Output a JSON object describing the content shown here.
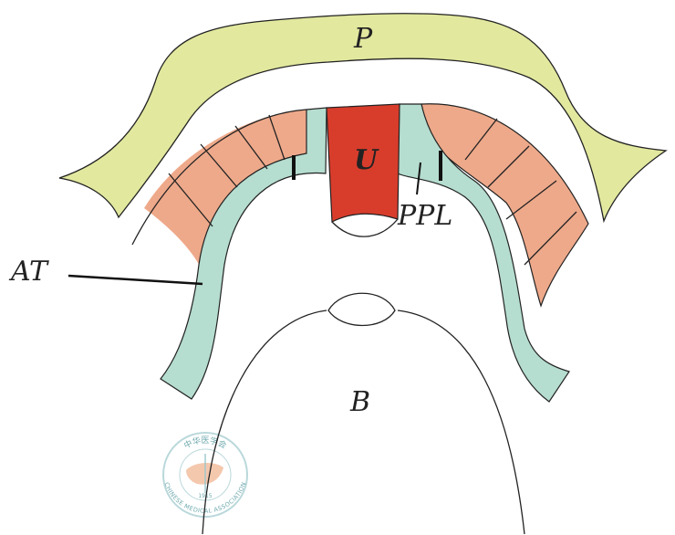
{
  "labels": {
    "p": "P",
    "u": "U",
    "ppl": "PPL",
    "at": "AT",
    "b": "B"
  },
  "watermark": {
    "chinese": "中华医学会",
    "english": "CHINESE MEDICAL ASSOCIATION",
    "year": "1915"
  },
  "colors": {
    "p": "#e2e89e",
    "salmon": "#eea98a",
    "teal": "#b5ddd0",
    "u": "#d83d2c"
  }
}
